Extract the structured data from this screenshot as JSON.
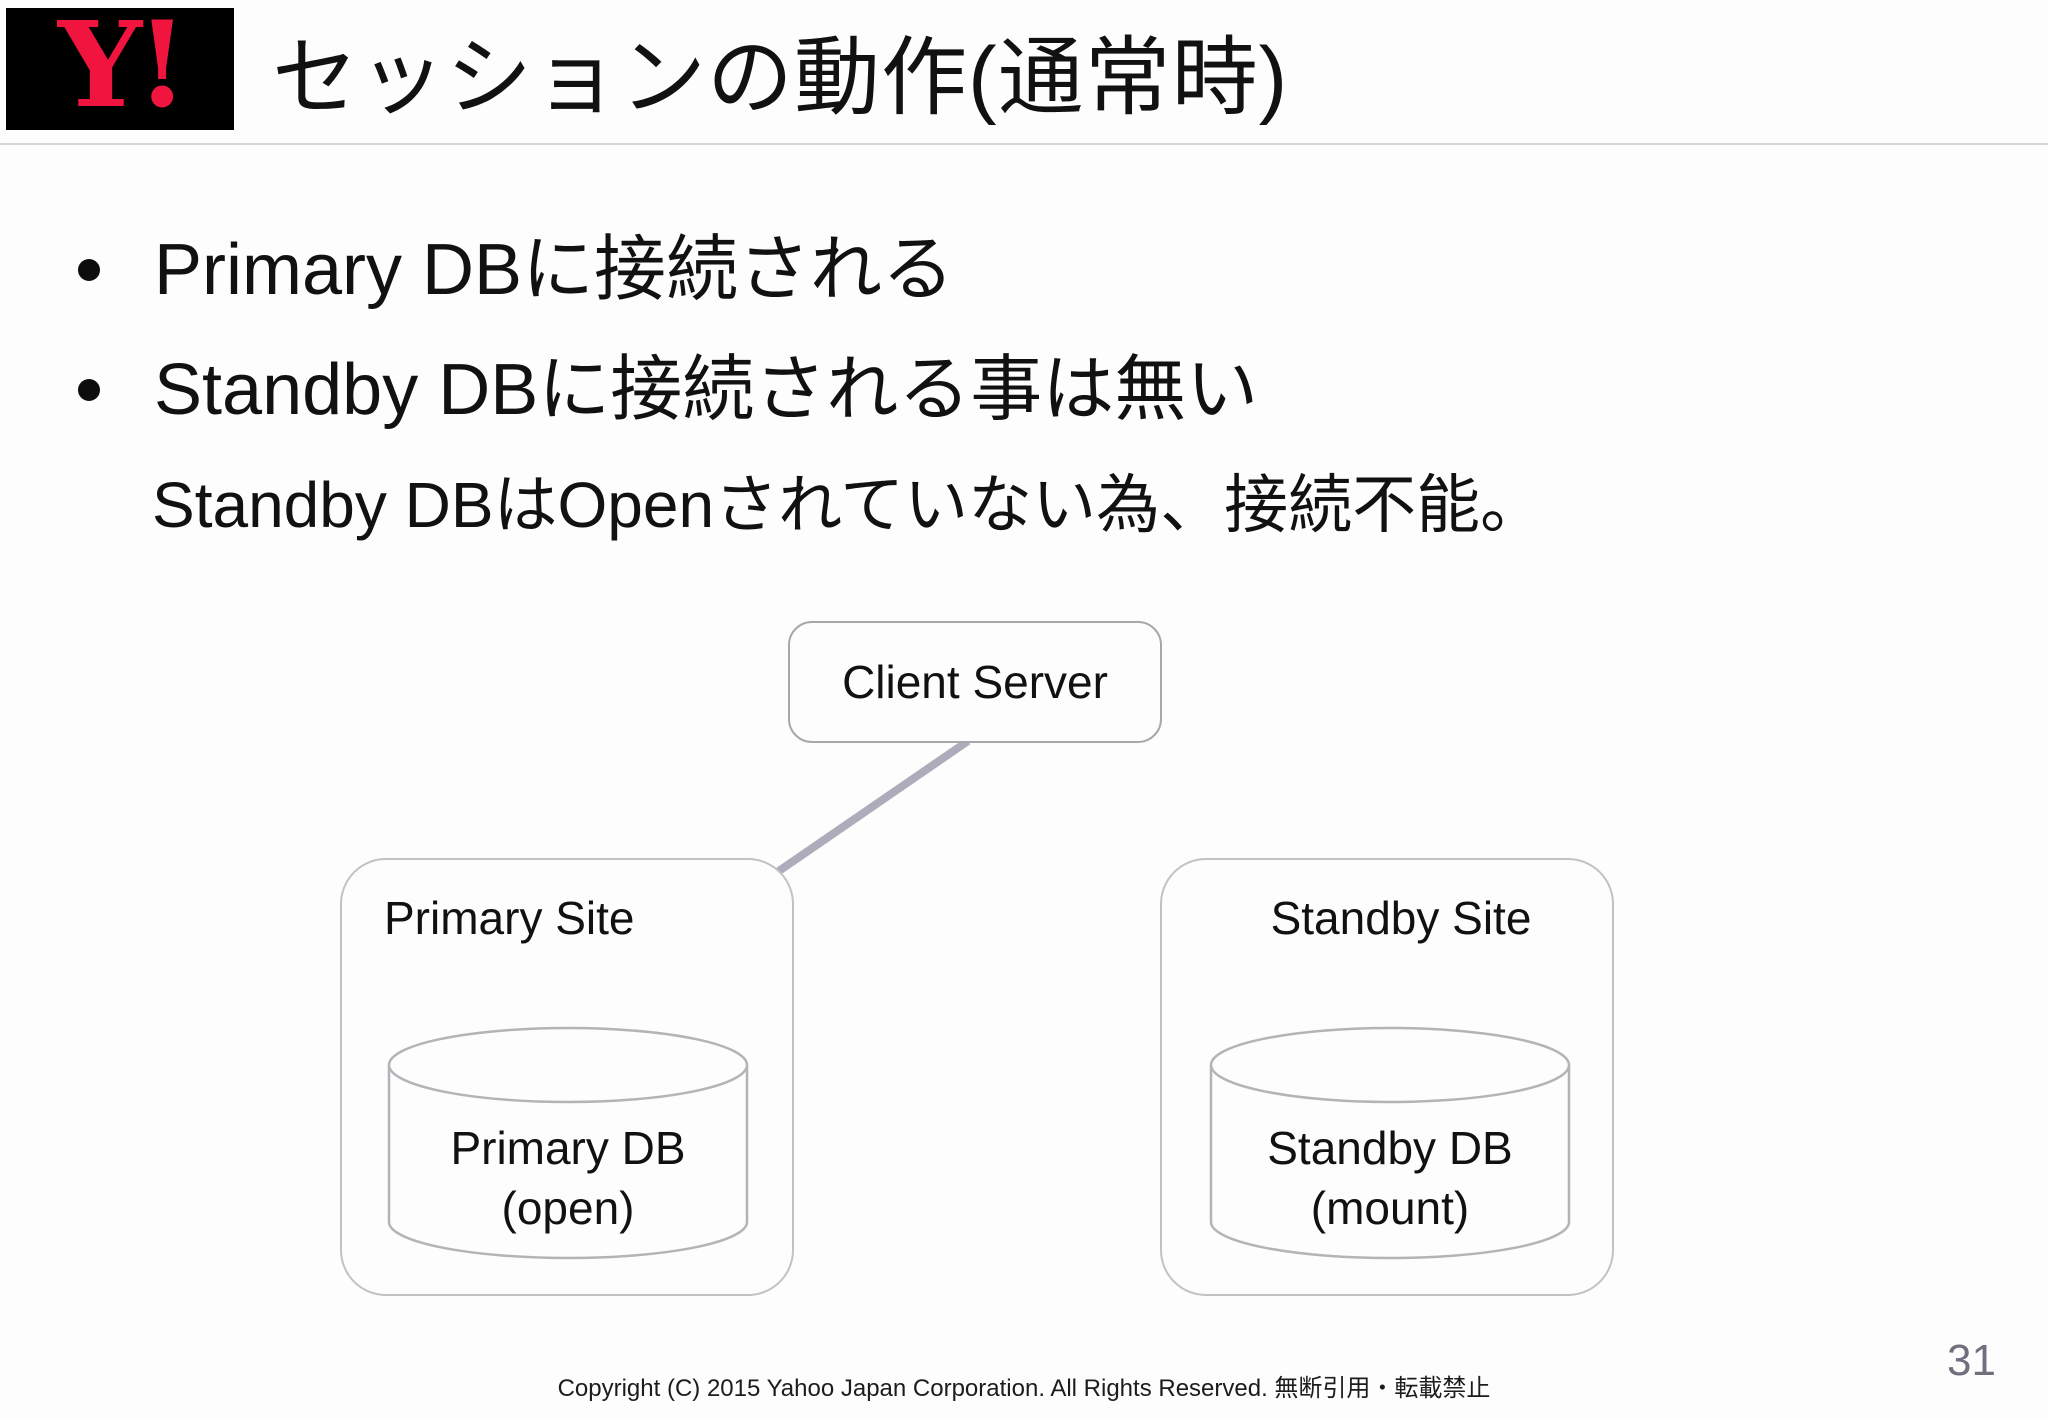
{
  "slide": {
    "logo_text": "Y!",
    "title": "セッションの動作(通常時)",
    "bullets": [
      "Primary DBに接続される",
      "Standby DBに接続される事は無い"
    ],
    "sub_bullet": "Standby DBはOpenされていない為、接続不能。",
    "diagram": {
      "client_server_label": "Client Server",
      "primary_site": {
        "label": "Primary Site",
        "db_name": "Primary DB",
        "db_state": "(open)"
      },
      "standby_site": {
        "label": "Standby Site",
        "db_name": "Standby DB",
        "db_state": "(mount)"
      }
    },
    "footer": {
      "copyright": "Copyright (C) 2015 Yahoo Japan Corporation. All Rights Reserved. 無断引用・転載禁止",
      "page_number": "31"
    },
    "colors": {
      "logo_red": "#f0143f",
      "logo_bg": "#000000",
      "arrow_gray": "#adacba",
      "node_border_gray": "#a8a8ac",
      "site_border_gray": "#c2c2c6",
      "page_number_gray": "#6f6f7d"
    }
  }
}
